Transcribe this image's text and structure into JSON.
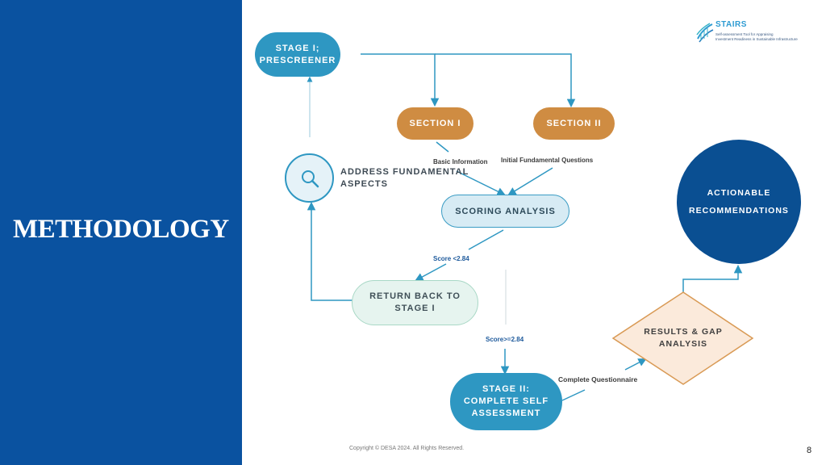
{
  "slide": {
    "title": "METHODOLOGY",
    "page_number": "8",
    "copyright": "Copyright © DESA 2024. All Rights Reserved."
  },
  "brand": {
    "name": "STAIRS",
    "tagline": "Self-assessment Tool for Appraising\nInvestment Readiness in Sustainable Infrastructure"
  },
  "nodes": {
    "stage1": "STAGE I;\nPRESCREENER",
    "section1": "SECTION I",
    "section2": "SECTION II",
    "address": "ADDRESS FUNDAMENTAL\nASPECTS",
    "scoring": "SCORING ANALYSIS",
    "actionable": "ACTIONABLE\nRECOMMENDATIONS",
    "return": "RETURN BACK TO\nSTAGE I",
    "results": "RESULTS & GAP\nANALYSIS",
    "stage2": "STAGE II:\nCOMPLETE SELF\nASSESSMENT"
  },
  "labels": {
    "basic_info": "Basic Information",
    "initial_questions": "Initial Fundamental Questions",
    "score_low": "Score <2.84",
    "score_high": "Score>=2.84",
    "complete_questionnaire": "Complete Questionnaire"
  },
  "colors": {
    "sidebar": "#0a52a0",
    "stage_blue": "#2e97c2",
    "section_orange": "#cf8c42",
    "connector": "#2e97c2",
    "recommendation_navy": "#0a4f92",
    "results_fill": "#fbeadb",
    "results_border": "#d99a55"
  },
  "icons": {
    "address": "magnifier-icon",
    "brand": "stairs-logo-icon"
  }
}
